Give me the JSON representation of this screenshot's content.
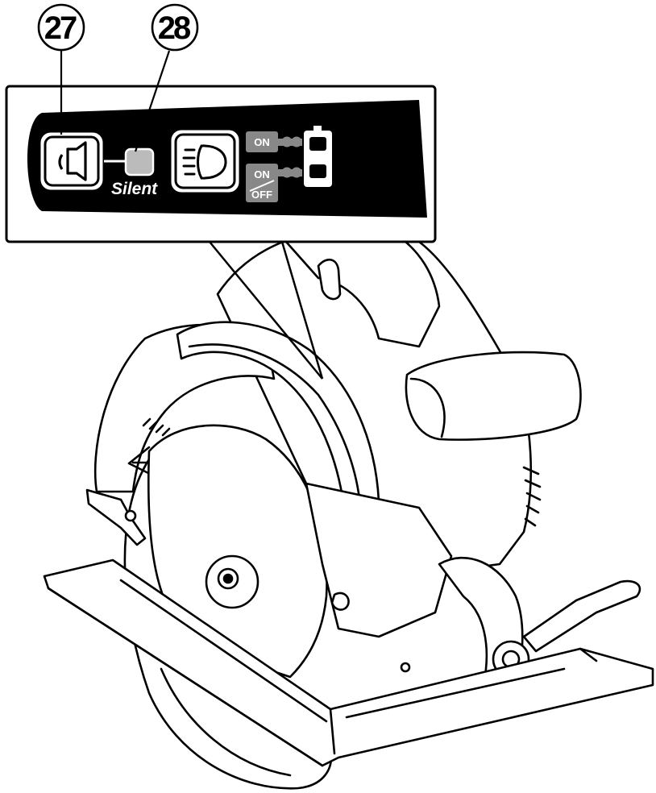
{
  "callouts": [
    {
      "number": "27",
      "target": "silent-mode-button"
    },
    {
      "number": "28",
      "target": "silent-mode-indicator-lamp"
    }
  ],
  "panel": {
    "silent_label": "Silent",
    "light_modes": [
      {
        "label": "ON"
      },
      {
        "label_top": "ON",
        "label_bottom": "OFF"
      }
    ]
  },
  "icons": {
    "silent_button": "speaker-icon",
    "light_button": "headlight-icon",
    "indicator": "square-lamp-icon",
    "mode_diagram": "two-lamp-indicator-icon"
  },
  "colors": {
    "line": "#000000",
    "panel": "#000000",
    "tag": "#888888",
    "lamp": "#bbbbbb",
    "paper": "#ffffff"
  }
}
